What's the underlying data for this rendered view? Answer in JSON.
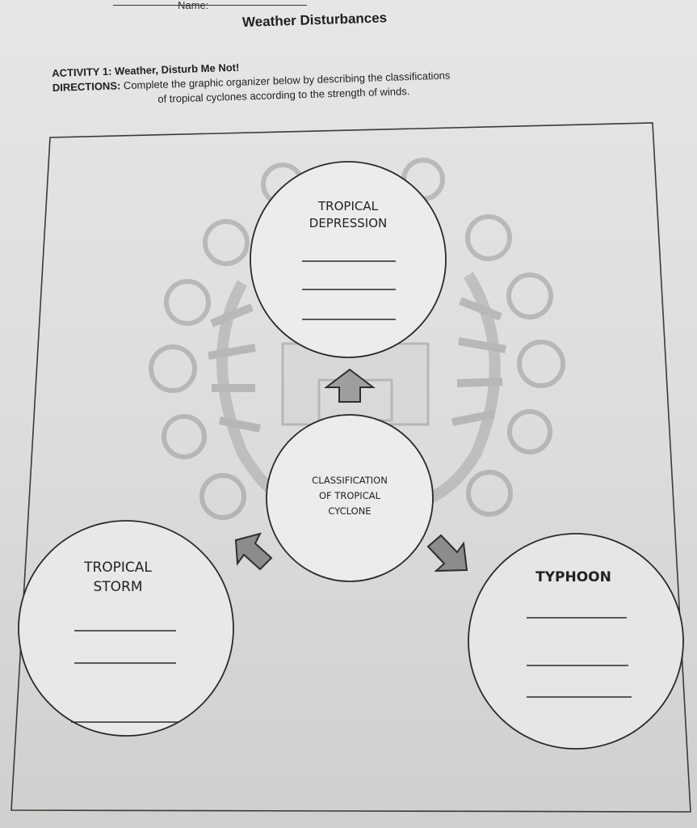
{
  "worksheet": {
    "name_label": "Name:",
    "title": "Weather Disturbances",
    "activity_label": "ACTIVITY 1:",
    "activity_title": "Weather, Disturb Me Not!",
    "directions_label": "DIRECTIONS:",
    "directions_line1": "Complete the graphic organizer below by describing the classifications",
    "directions_line2": "of tropical cyclones according to the strength of winds."
  },
  "organizer": {
    "center": {
      "line1": "CLASSIFICATION",
      "line2": "OF TROPICAL",
      "line3": "CYCLONE"
    },
    "top": {
      "line1": "TROPICAL",
      "line2": "DEPRESSION",
      "answer_lines": 3
    },
    "left": {
      "line1": "TROPICAL",
      "line2": "STORM",
      "answer_lines": 3
    },
    "right": {
      "line1": "TYPHOON",
      "answer_lines": 3
    }
  },
  "icons": {
    "background_seal": "school-seal-icon",
    "arrow": "block-arrow-icon"
  }
}
